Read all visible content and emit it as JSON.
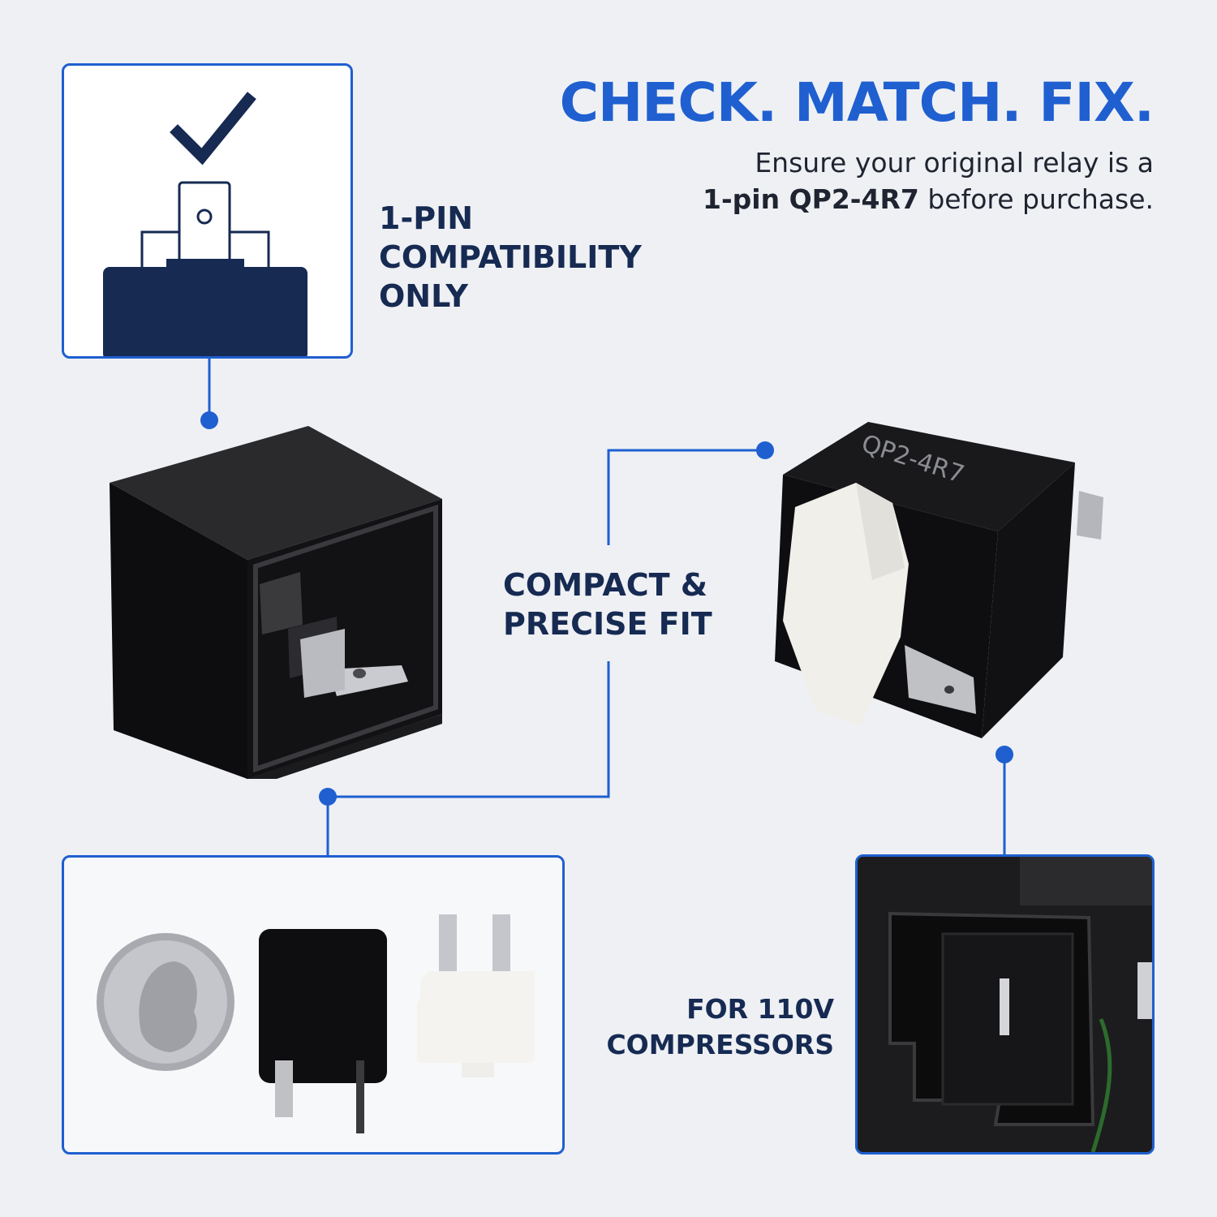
{
  "colors": {
    "accent": "#1f5fd0",
    "navy": "#162a52",
    "background": "#eef0f4"
  },
  "header": {
    "headline": "CHECK. MATCH. FIX.",
    "sub_line1": "Ensure your original relay is a",
    "sub_bold": "1-pin QP2-4R7",
    "sub_rest": "before purchase."
  },
  "features": {
    "pin_line1": "1-PIN",
    "pin_line2": "COMPATIBILITY",
    "pin_line3": "ONLY",
    "fit_line1": "COMPACT &",
    "fit_line2": "PRECISE FIT",
    "compressor_line1": "FOR 110V",
    "compressor_line2": "COMPRESSORS"
  },
  "product": {
    "model_engraving": "QP2-4R7"
  },
  "icons": {
    "check": "checkmark-icon",
    "pin": "single-pin-relay-icon"
  }
}
